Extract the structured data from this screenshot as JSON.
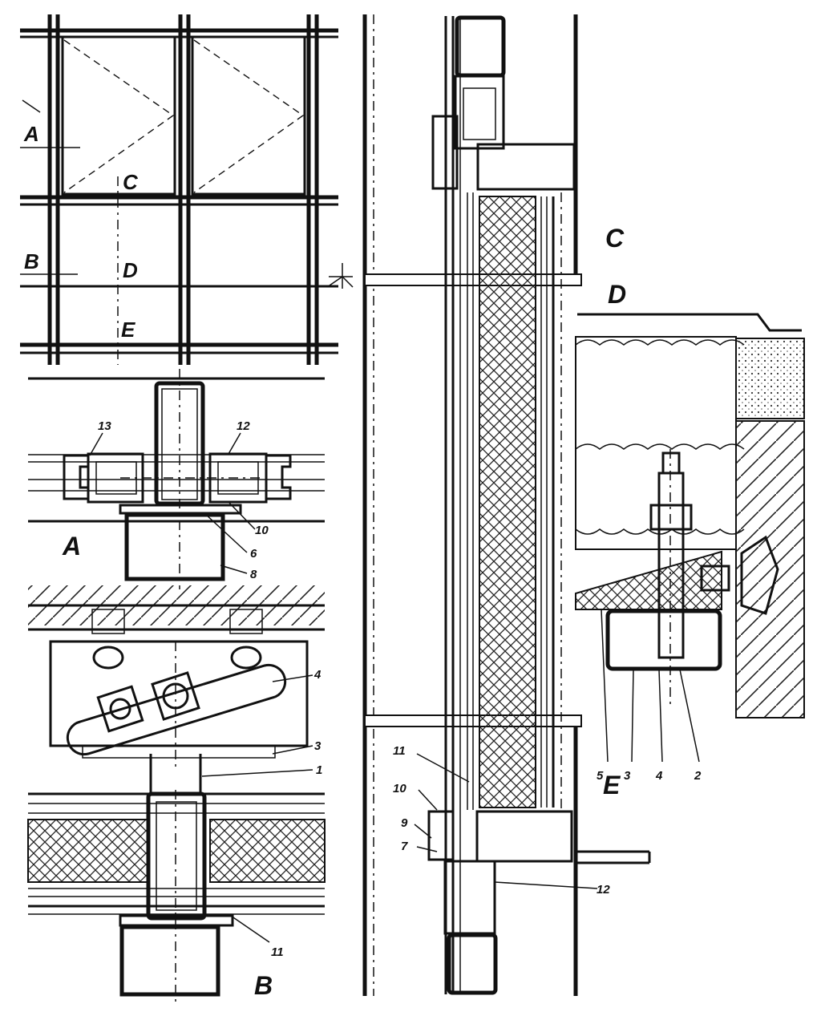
{
  "section_labels": {
    "a": "A",
    "b": "B",
    "c": "C",
    "d": "D",
    "e": "E"
  },
  "elevation_marks": {
    "a": "A",
    "b": "B",
    "c": "C",
    "d": "D",
    "e": "E"
  },
  "part_numbers": {
    "n1": "1",
    "n2": "2",
    "n3": "3",
    "n3b": "3",
    "n4": "4",
    "n4b": "4",
    "n5": "5",
    "n6": "6",
    "n7": "7",
    "n8": "8",
    "n9": "9",
    "n10": "10",
    "n10b": "10",
    "n11": "11",
    "n11b": "11",
    "n12": "12",
    "n12b": "12",
    "n13": "13"
  }
}
